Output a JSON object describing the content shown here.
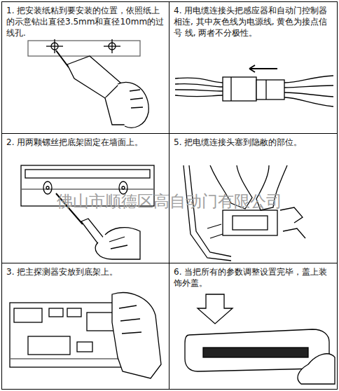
{
  "diagram": {
    "nodes": [
      {
        "text": [
          "1. 把安装纸粘到要安装的位置，依照纸上的示意钻出直径3.5mm和直径10mm的过线孔."
        ]
      },
      {
        "text": [
          "4. 用电缆连接头把感应器和自动门控制器相连, 其中灰色线为电源线, 黄色为接点信号 线, 两者不分极性。"
        ]
      },
      {
        "text": [
          "2. 用两颗镙丝把底架固定在墙面上。"
        ]
      },
      {
        "text": [
          "5. 把电缆连接头塞到隐敝的部位。"
        ]
      },
      {
        "text": [
          "3. 把主探测器安放到底架上。"
        ]
      },
      {
        "text": [
          "6. 当把所有的参数调整设置完毕，盖上装饰外盖。"
        ]
      }
    ],
    "labels": [
      "佛山市顺德区高自动门有限公司"
    ]
  }
}
